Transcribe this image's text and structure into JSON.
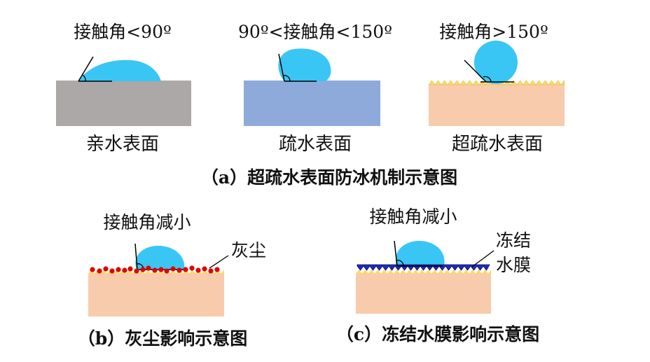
{
  "colors": {
    "droplet": "#39C6F4",
    "hydrophilic_surface": "#ABA8A7",
    "hydrophobic_surface": "#8EAADB",
    "superhydrophobic_surface": "#F8CBAD",
    "micro_structure": "#FFD966",
    "dust_particles": "#E00000",
    "ice_film": "#1F2BB8",
    "line": "#000000"
  },
  "panel_a": {
    "angle_labels": [
      "接触角<90º",
      "90º<接触角<150º",
      "接触角>150º"
    ],
    "surface_labels": [
      "亲水表面",
      "疏水表面",
      "超疏水表面"
    ],
    "caption": "（a）超疏水表面防冰机制示意图"
  },
  "panel_b": {
    "angle_note": "接触角减小",
    "particle_label": "灰尘",
    "caption": "（b）灰尘影响示意图"
  },
  "panel_c": {
    "angle_note": "接触角减小",
    "film_label_line1": "冻结",
    "film_label_line2": "水膜",
    "caption": "（c）冻结水膜影响示意图"
  }
}
